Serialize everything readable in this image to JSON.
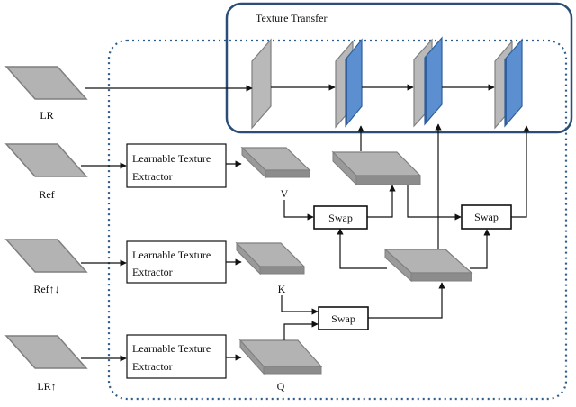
{
  "colors": {
    "frame": "#2b4e78",
    "dotted": "#2f5d8c",
    "plate_top": "#b3b3b3",
    "plate_edge": "#7f7f7f",
    "card_gray": "#b9b9b9",
    "card_blue": "#5b8fd0",
    "card_blue_dark": "#2f5f9e",
    "line": "#111111"
  },
  "texture_transfer": {
    "title": "Texture Transfer"
  },
  "inputs": [
    {
      "label": "LR"
    },
    {
      "label": "Ref"
    },
    {
      "label": "Ref↑↓"
    },
    {
      "label": "LR↑"
    }
  ],
  "extractors": [
    {
      "label_line1": "Learnable Texture",
      "label_line2": "Extractor"
    },
    {
      "label_line1": "Learnable Texture",
      "label_line2": "Extractor"
    },
    {
      "label_line1": "Learnable Texture",
      "label_line2": "Extractor"
    }
  ],
  "features": {
    "v_label": "V",
    "k_label": "K",
    "q_label": "Q"
  },
  "swaps": [
    {
      "label": "Swap"
    },
    {
      "label": "Swap"
    },
    {
      "label": "Swap"
    }
  ],
  "icons": {
    "plate": "flat-parallelogram-plate",
    "feature_map": "thick-feature-slab",
    "card": "vertical-feature-card"
  }
}
